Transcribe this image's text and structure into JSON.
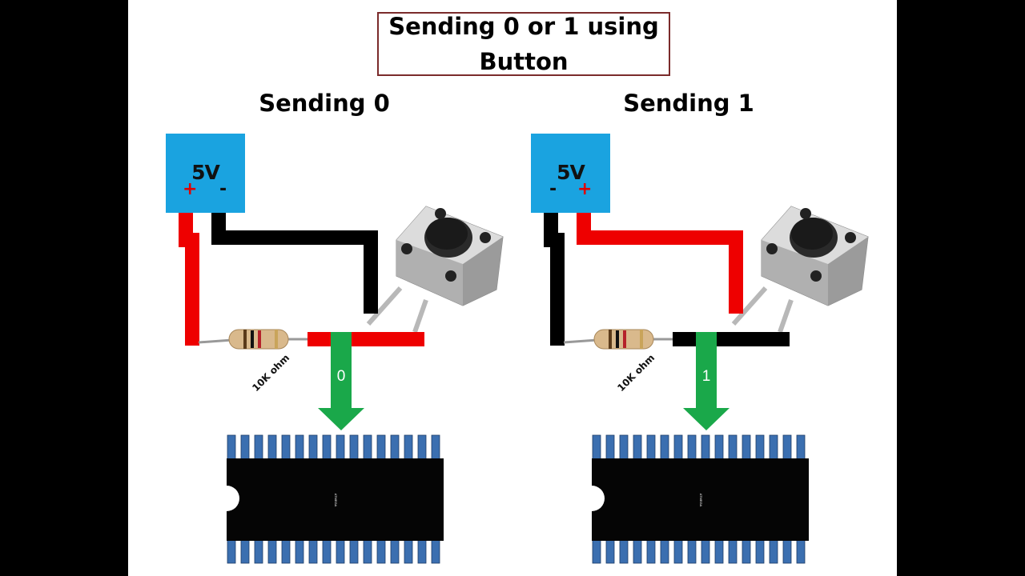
{
  "title": "Sending 0 or 1 using\nButton",
  "left": {
    "heading": "Sending 0",
    "psu_label": "5V",
    "sign_left": "+",
    "sign_right": "-",
    "resistor_label": "10K ohm",
    "signal_value": "0"
  },
  "right": {
    "heading": "Sending 1",
    "psu_label": "5V",
    "sign_left": "-",
    "sign_right": "+",
    "resistor_label": "10K ohm",
    "signal_value": "1"
  },
  "colors": {
    "positive_wire": "#ee0000",
    "negative_wire": "#000000",
    "power_box": "#1aa3e0",
    "signal_arrow": "#1aa84a",
    "chip_pins": "#3b6fb0",
    "title_border": "#7b2b2b"
  }
}
